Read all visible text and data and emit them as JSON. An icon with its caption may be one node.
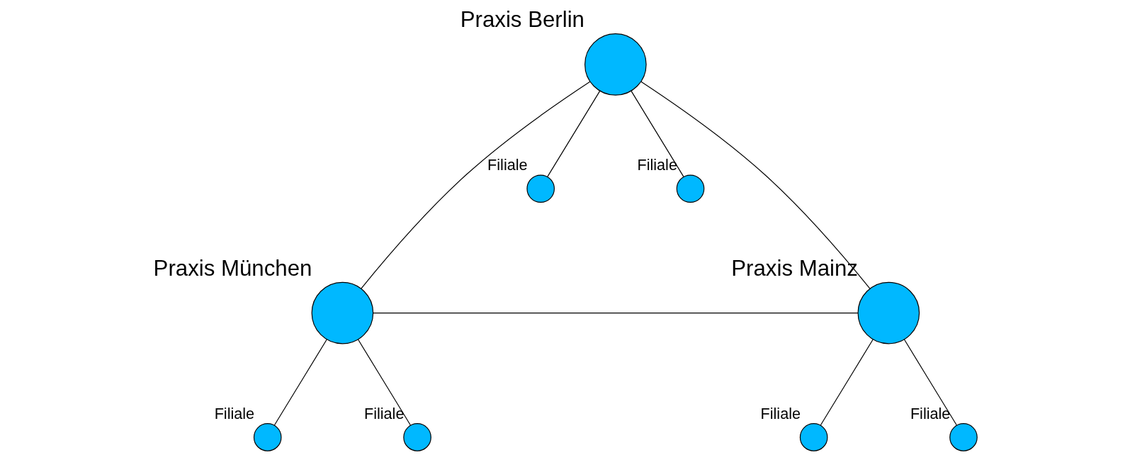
{
  "diagram": {
    "nodes": [
      {
        "text": [
          "Praxis Berlin"
        ]
      },
      {
        "text": [
          "Filiale"
        ]
      },
      {
        "text": [
          "Filiale"
        ]
      },
      {
        "text": [
          "Praxis München"
        ]
      },
      {
        "text": [
          "Praxis Mainz"
        ]
      },
      {
        "text": [
          "Filiale"
        ]
      },
      {
        "text": [
          "Filiale"
        ]
      },
      {
        "text": [
          "Filiale"
        ]
      },
      {
        "text": [
          "Filiale"
        ]
      }
    ],
    "edges": [
      {
        "from": 0,
        "to": 3,
        "arrow": "none"
      },
      {
        "from": 0,
        "to": 1,
        "arrow": "none"
      },
      {
        "from": 0,
        "to": 2,
        "arrow": "none"
      },
      {
        "from": 0,
        "to": 4,
        "arrow": "none"
      },
      {
        "from": 3,
        "to": 4,
        "arrow": "none"
      },
      {
        "from": 3,
        "to": 5,
        "arrow": "none"
      },
      {
        "from": 3,
        "to": 6,
        "arrow": "none"
      },
      {
        "from": 4,
        "to": 7,
        "arrow": "none"
      },
      {
        "from": 4,
        "to": 8,
        "arrow": "none"
      }
    ]
  }
}
